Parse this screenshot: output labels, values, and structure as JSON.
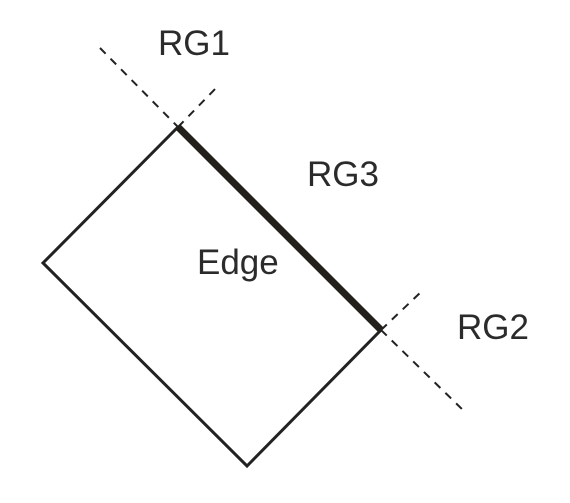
{
  "labels": {
    "rg1": "RG1",
    "rg2": "RG2",
    "rg3": "RG3",
    "edge": "Edge"
  },
  "colors": {
    "stroke": "#222222",
    "edge_stroke": "#231f1a",
    "text": "#2b2b2b",
    "background": "#ffffff"
  }
}
